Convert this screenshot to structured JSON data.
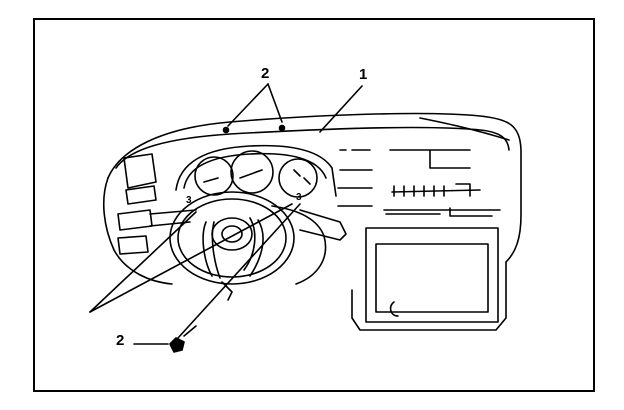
{
  "diagram": {
    "callouts": {
      "top_screws": "2",
      "panel": "1",
      "bottom_screw": "2",
      "left_mount_mark": "3",
      "right_mount_mark": "3"
    },
    "line_color": "#000000",
    "background_color": "#ffffff"
  }
}
